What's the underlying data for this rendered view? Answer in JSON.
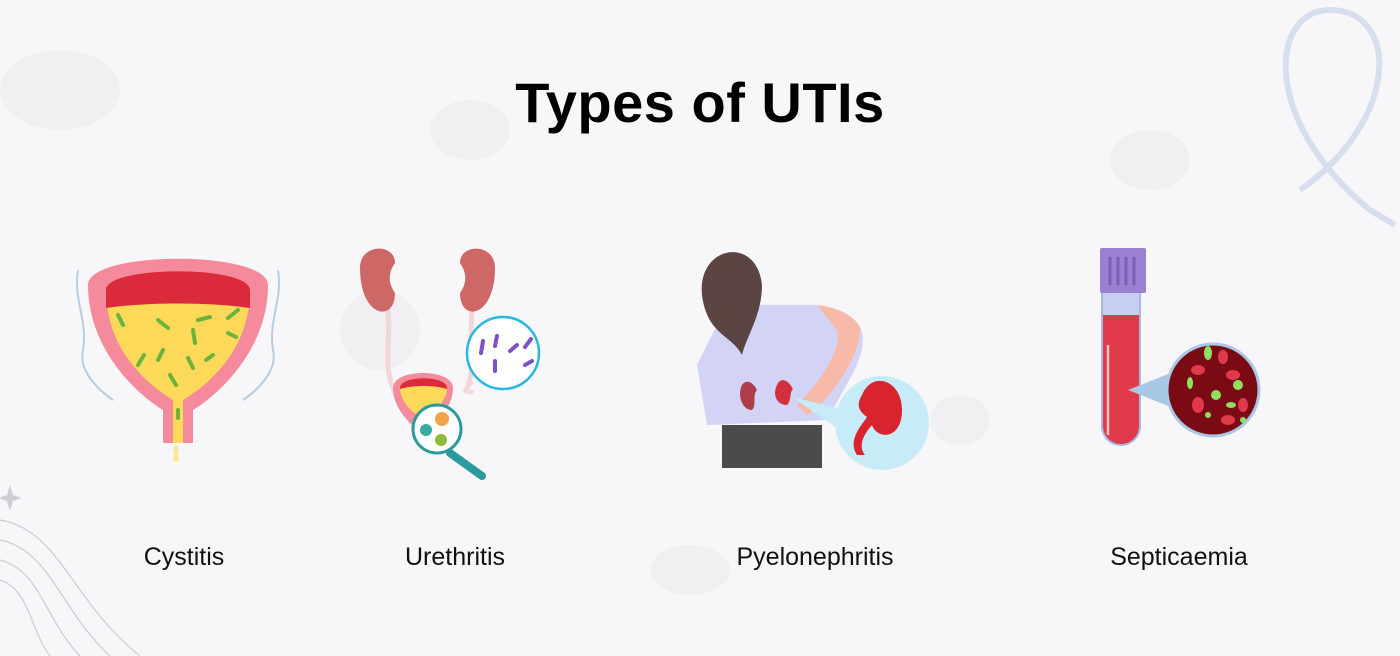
{
  "title": "Types of UTIs",
  "types": [
    {
      "label": "Cystitis",
      "icon": "bladder-infection-icon"
    },
    {
      "label": "Urethritis",
      "icon": "urinary-tract-bacteria-icon"
    },
    {
      "label": "Pyelonephritis",
      "icon": "kidney-pain-icon"
    },
    {
      "label": "Septicaemia",
      "icon": "blood-tube-bacteria-icon"
    }
  ],
  "colors": {
    "bladder_wall": "#f58a9c",
    "urine": "#fdd95a",
    "blood": "#e03a4a",
    "cap": "#9b7fd0",
    "kidney": "#cd6866"
  }
}
